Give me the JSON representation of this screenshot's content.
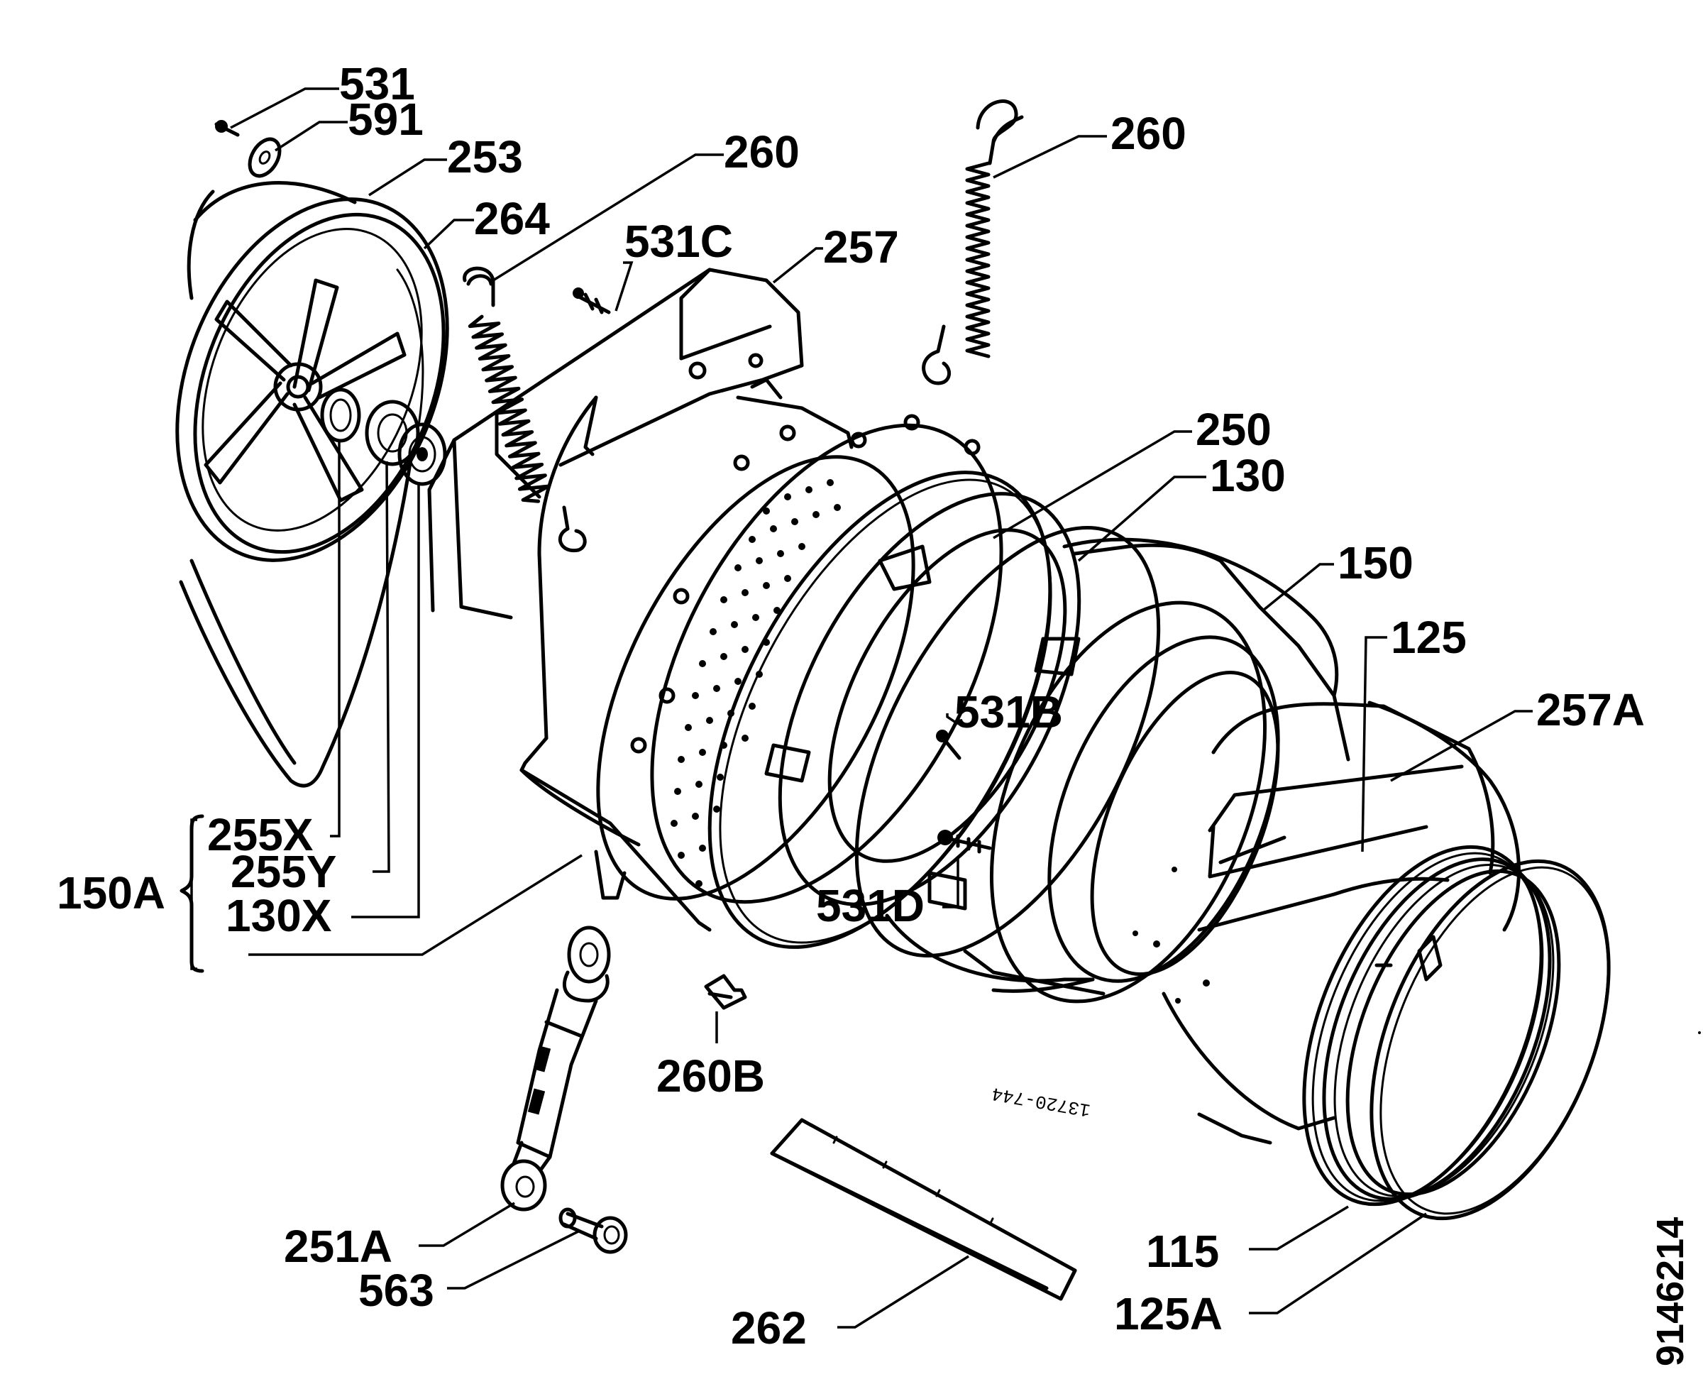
{
  "diagram": {
    "labels": {
      "l531": "531",
      "l591": "591",
      "l253": "253",
      "l264": "264",
      "l260a": "260",
      "l531c": "531C",
      "l257": "257",
      "l260b": "260",
      "l250": "250",
      "l130": "130",
      "l150": "150",
      "l125": "125",
      "l257a": "257A",
      "l531b": "531B",
      "l531d": "531D",
      "l255x": "255X",
      "l255y": "255Y",
      "l130x": "130X",
      "l150a": "150A",
      "l260bb": "260B",
      "l251a": "251A",
      "l563": "563",
      "l262": "262",
      "l115": "115",
      "l125a": "125A"
    },
    "document_number": "9146214",
    "part_stamp": "13720-744"
  }
}
